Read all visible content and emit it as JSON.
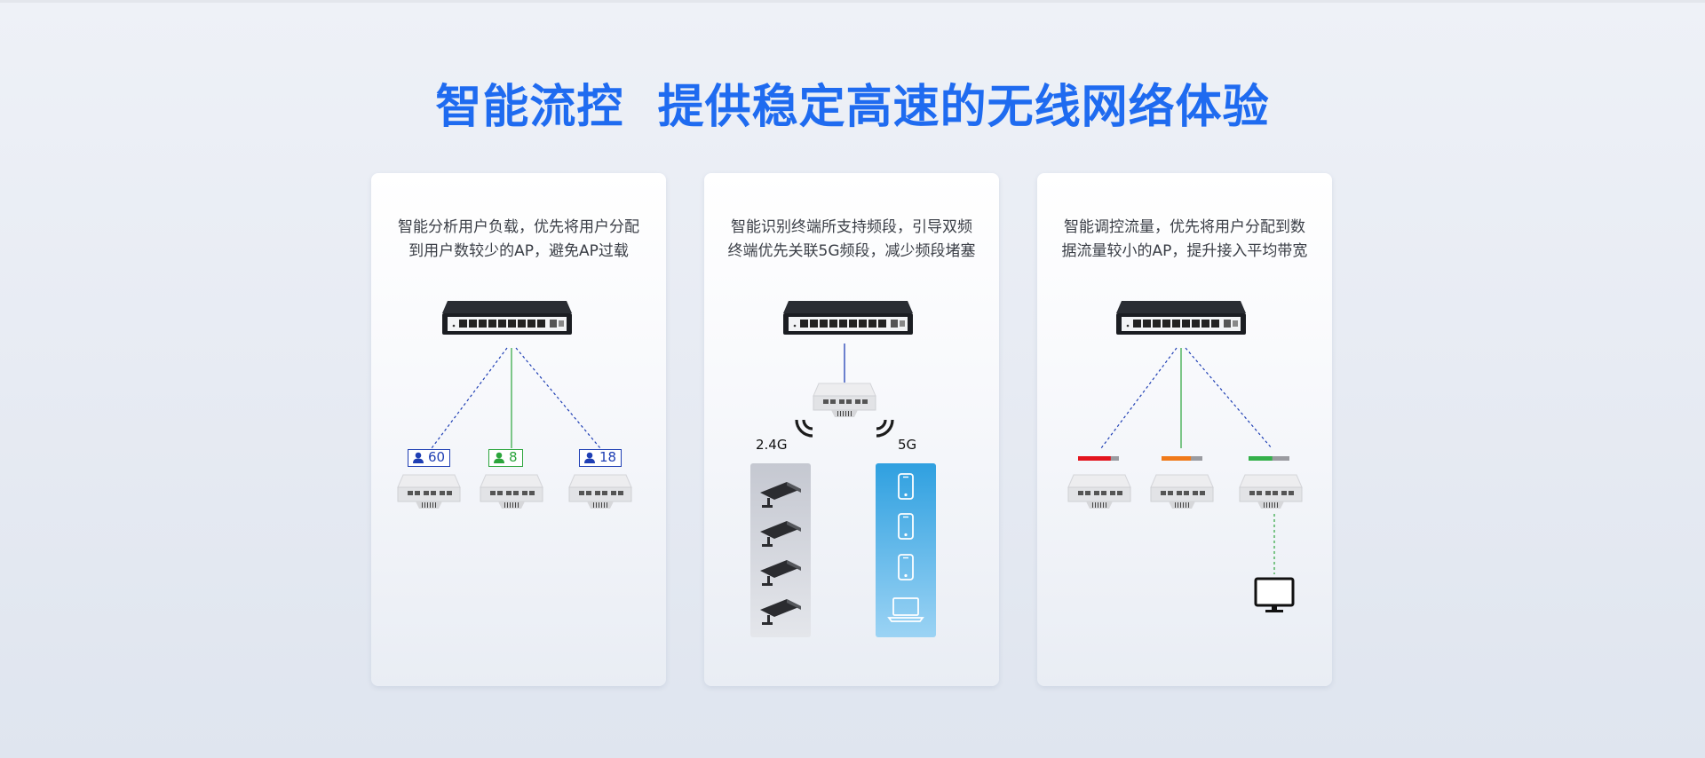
{
  "headline": "智能流控  提供稳定高速的无线网络体验",
  "cards": [
    {
      "desc_lines": [
        "智能分析用户负载，优先将用户分配",
        "到用户数较少的AP，避免AP过载"
      ],
      "badges": [
        {
          "count": "60",
          "color": "#1f3fb4"
        },
        {
          "count": "8",
          "color": "#2ca53c"
        },
        {
          "count": "18",
          "color": "#1f3fb4"
        }
      ]
    },
    {
      "desc_lines": [
        "智能识别终端所支持频段，引导双频",
        "终端优先关联5G频段，减少频段堵塞"
      ],
      "band_24": "2.4G",
      "band_5": "5G"
    },
    {
      "desc_lines": [
        "智能调控流量，优先将用户分配到数",
        "据流量较小的AP，提升接入平均带宽"
      ],
      "load_levels": [
        0.8,
        0.72,
        0.58
      ],
      "load_colors": [
        "#e3141d",
        "#f07a1a",
        "#34b04a"
      ]
    }
  ],
  "colors": {
    "accent": "#1f6bf0",
    "switch": "#1e2026",
    "line_blue": "#1f3fb4",
    "line_green": "#2ca53c"
  }
}
